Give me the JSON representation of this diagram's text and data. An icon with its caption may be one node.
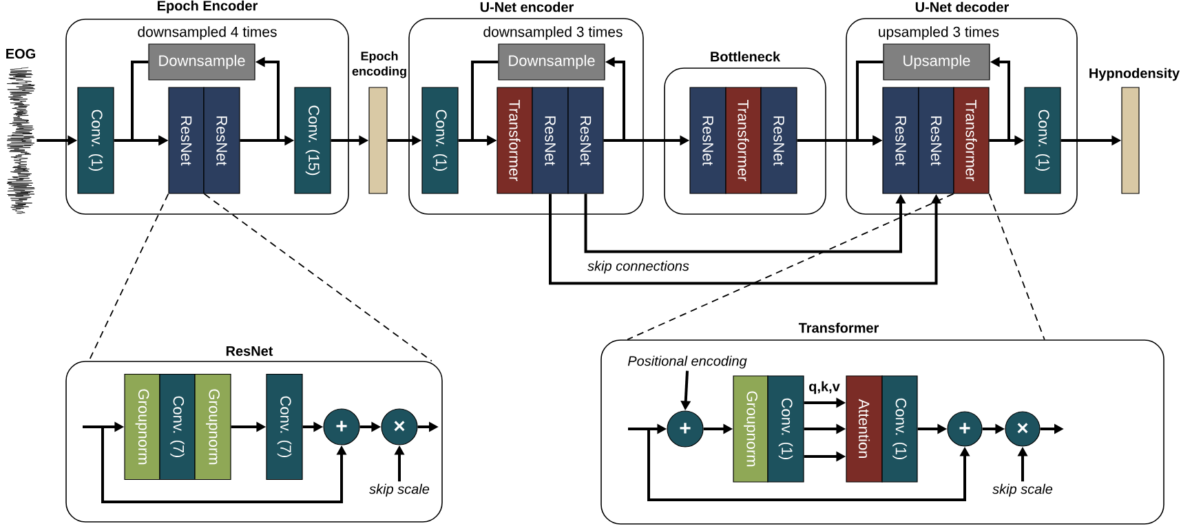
{
  "diagram": {
    "nodes": [
      {
        "text": [
          "EOG"
        ]
      },
      {
        "text": [
          "Epoch Encoder",
          "downsampled 4 times"
        ]
      },
      {
        "text": [
          "Downsample"
        ],
        "in": 1
      },
      {
        "text": [
          "Conv. (1)"
        ],
        "in": 1
      },
      {
        "text": [
          "ResNet"
        ],
        "in": 1
      },
      {
        "text": [
          "ResNet"
        ],
        "in": 1
      },
      {
        "text": [
          "Conv. (15)"
        ],
        "in": 1
      },
      {
        "text": [
          "Epoch encoding"
        ]
      },
      {
        "text": [
          "U-Net encoder",
          "downsampled 3 times"
        ]
      },
      {
        "text": [
          "Downsample"
        ],
        "in": 8
      },
      {
        "text": [
          "Conv. (1)"
        ],
        "in": 8
      },
      {
        "text": [
          "Transformer"
        ],
        "in": 8
      },
      {
        "text": [
          "ResNet"
        ],
        "in": 8
      },
      {
        "text": [
          "ResNet"
        ],
        "in": 8
      },
      {
        "text": [
          "Bottleneck"
        ]
      },
      {
        "text": [
          "ResNet"
        ],
        "in": 14
      },
      {
        "text": [
          "Transformer"
        ],
        "in": 14
      },
      {
        "text": [
          "ResNet"
        ],
        "in": 14
      },
      {
        "text": [
          "U-Net decoder",
          "upsampled 3 times"
        ]
      },
      {
        "text": [
          "Upsample"
        ],
        "in": 18
      },
      {
        "text": [
          "ResNet"
        ],
        "in": 18
      },
      {
        "text": [
          "ResNet"
        ],
        "in": 18
      },
      {
        "text": [
          "Transformer"
        ],
        "in": 18
      },
      {
        "text": [
          "Conv. (1)"
        ],
        "in": 18
      },
      {
        "text": [
          "Hypnodensity"
        ]
      },
      {
        "text": [
          "ResNet"
        ]
      },
      {
        "text": [
          "Groupnorm"
        ],
        "in": 25
      },
      {
        "text": [
          "Conv. (7)"
        ],
        "in": 25
      },
      {
        "text": [
          "Groupnorm"
        ],
        "in": 25
      },
      {
        "text": [
          "Conv. (7)"
        ],
        "in": 25
      },
      {
        "text": [
          "+"
        ],
        "in": 25
      },
      {
        "text": [
          "×"
        ],
        "in": 25
      },
      {
        "text": [
          "skip scale"
        ],
        "in": 25
      },
      {
        "text": [
          "Transformer"
        ]
      },
      {
        "text": [
          "Positional encoding"
        ],
        "in": 33
      },
      {
        "text": [
          "+"
        ],
        "in": 33
      },
      {
        "text": [
          "Groupnorm"
        ],
        "in": 33
      },
      {
        "text": [
          "Conv. (1)"
        ],
        "in": 33
      },
      {
        "text": [
          "Attention"
        ],
        "in": 33
      },
      {
        "text": [
          "Conv. (1)"
        ],
        "in": 33
      },
      {
        "text": [
          "+"
        ],
        "in": 33
      },
      {
        "text": [
          "×"
        ],
        "in": 33
      },
      {
        "text": [
          "skip scale"
        ],
        "in": 33
      }
    ],
    "edges": [
      {
        "from": 0,
        "to": 3,
        "arrow": "to"
      },
      {
        "from": 3,
        "to": 4,
        "arrow": "to"
      },
      {
        "from": 5,
        "to": 2,
        "arrow": "to"
      },
      {
        "from": 2,
        "to": 4,
        "arrow": "to"
      },
      {
        "from": 5,
        "to": 6,
        "arrow": "to"
      },
      {
        "from": 6,
        "to": 7,
        "arrow": "to"
      },
      {
        "from": 7,
        "to": 10,
        "arrow": "to"
      },
      {
        "from": 10,
        "to": 11,
        "arrow": "to"
      },
      {
        "from": 13,
        "to": 9,
        "arrow": "to"
      },
      {
        "from": 9,
        "to": 11,
        "arrow": "to"
      },
      {
        "from": 13,
        "to": 15,
        "arrow": "to"
      },
      {
        "from": 17,
        "to": 20,
        "arrow": "to"
      },
      {
        "from": 22,
        "to": 19,
        "arrow": "to"
      },
      {
        "from": 19,
        "to": 20,
        "arrow": "to"
      },
      {
        "from": 22,
        "to": 23,
        "arrow": "to"
      },
      {
        "from": 23,
        "to": 24,
        "arrow": "to"
      },
      {
        "from": 12,
        "to": 21,
        "arrow": "to"
      },
      {
        "from": 13,
        "to": 20,
        "arrow": "to"
      },
      {
        "from": 4,
        "to": 25,
        "arrow": "none",
        "style": "dashed"
      },
      {
        "from": 4,
        "to": 25,
        "arrow": "none",
        "style": "dashed"
      },
      {
        "from": 22,
        "to": 33,
        "arrow": "none",
        "style": "dashed"
      },
      {
        "from": 22,
        "to": 33,
        "arrow": "none",
        "style": "dashed"
      },
      {
        "from": null,
        "to": 26,
        "arrow": "to"
      },
      {
        "from": null,
        "to": 30,
        "arrow": "to"
      },
      {
        "from": 28,
        "to": 29,
        "arrow": "to"
      },
      {
        "from": 29,
        "to": 30,
        "arrow": "to"
      },
      {
        "from": 30,
        "to": 31,
        "arrow": "to"
      },
      {
        "from": 31,
        "to": null,
        "arrow": "to"
      },
      {
        "from": 32,
        "to": 31,
        "arrow": "to"
      },
      {
        "from": null,
        "to": 35,
        "arrow": "to"
      },
      {
        "from": null,
        "to": 40,
        "arrow": "to"
      },
      {
        "from": 34,
        "to": 35,
        "arrow": "to"
      },
      {
        "from": 35,
        "to": 36,
        "arrow": "to"
      },
      {
        "from": 37,
        "to": 38,
        "arrow": "to",
        "label": "q,k,v"
      },
      {
        "from": 37,
        "to": 38,
        "arrow": "to"
      },
      {
        "from": 37,
        "to": 38,
        "arrow": "to"
      },
      {
        "from": 39,
        "to": 40,
        "arrow": "to"
      },
      {
        "from": 40,
        "to": 41,
        "arrow": "to"
      },
      {
        "from": 41,
        "to": null,
        "arrow": "to"
      },
      {
        "from": 42,
        "to": 41,
        "arrow": "to"
      }
    ],
    "labels": [
      "skip connections"
    ]
  }
}
